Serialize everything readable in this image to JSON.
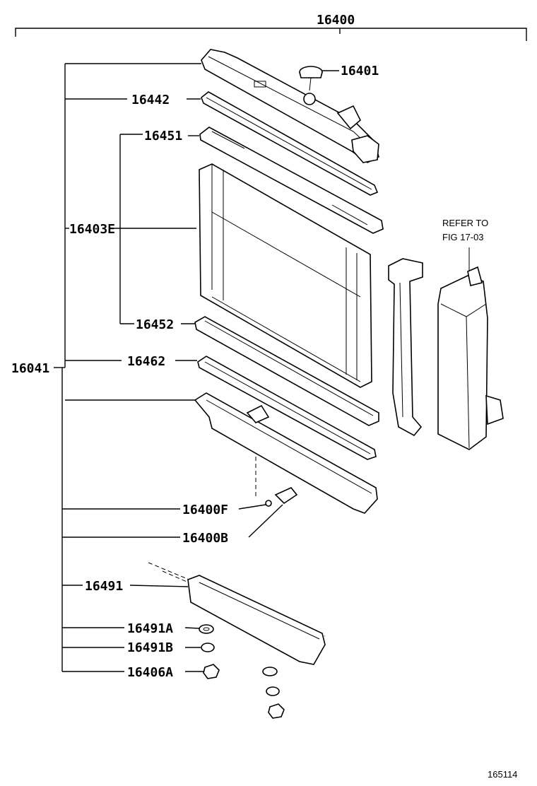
{
  "diagram": {
    "main_part": "16400",
    "figure_id": "165114",
    "refer_note": [
      "REFER TO",
      "FIG 17-03"
    ],
    "labels": {
      "p16401": "16401",
      "p16442": "16442",
      "p16451": "16451",
      "p16403E": "16403E",
      "p16452": "16452",
      "p16462": "16462",
      "p16041": "16041",
      "p16400F": "16400F",
      "p16400B": "16400B",
      "p16491": "16491",
      "p16491A": "16491A",
      "p16491B": "16491B",
      "p16406A": "16406A"
    }
  }
}
